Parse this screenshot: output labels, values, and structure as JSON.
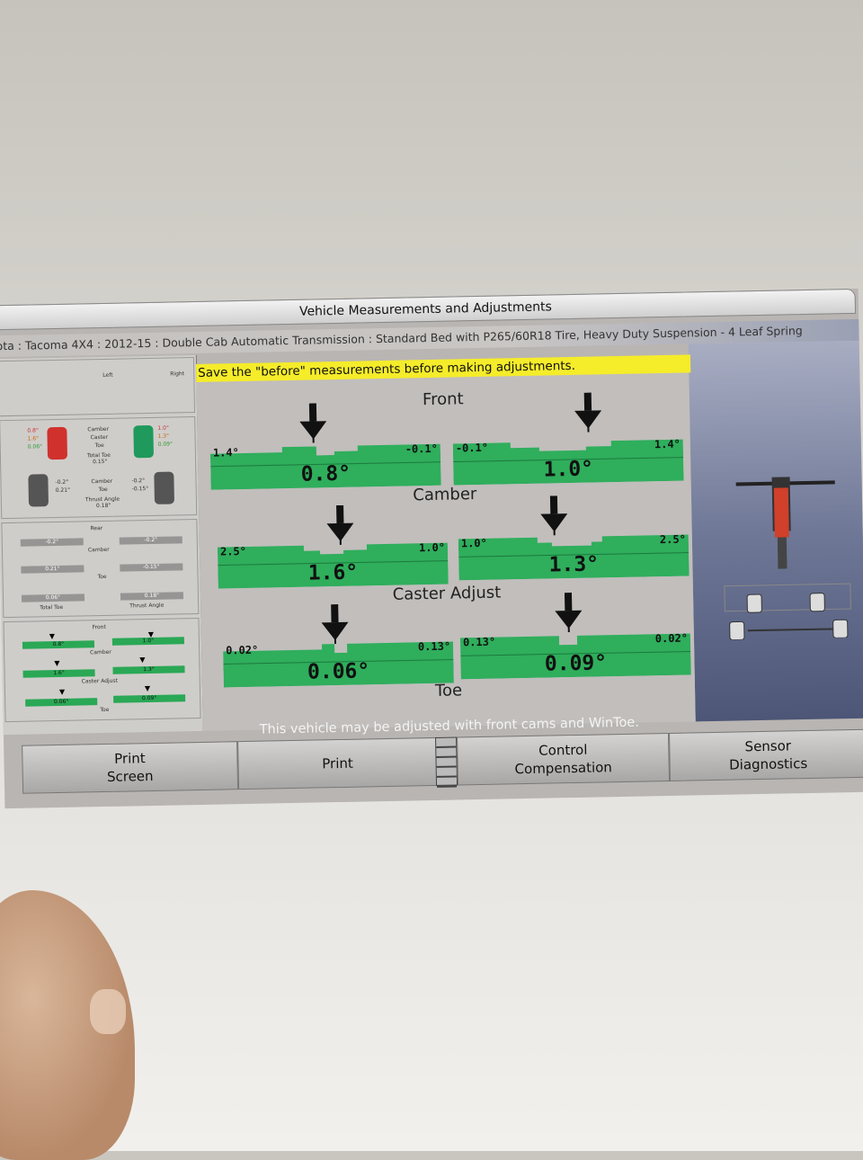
{
  "window": {
    "title": "Vehicle Measurements and Adjustments",
    "vehicle": "ota : Tacoma 4X4 : 2012-15 : Double Cab Automatic Transmission : Standard Bed with P265/60R18 Tire, Heavy Duty Suspension - 4 Leaf Spring"
  },
  "banner": "Save the \"before\" measurements before making adjustments.",
  "sections": {
    "front": "Front",
    "camber": "Camber",
    "caster": "Caster Adjust",
    "toe": "Toe"
  },
  "gauges": {
    "camber_left": {
      "min": "1.4°",
      "max": "-0.1°",
      "value": "0.8°"
    },
    "camber_right": {
      "min": "-0.1°",
      "max": "1.4°",
      "value": "1.0°"
    },
    "caster_left": {
      "min": "2.5°",
      "max": "1.0°",
      "value": "1.6°"
    },
    "caster_right": {
      "min": "1.0°",
      "max": "2.5°",
      "value": "1.3°"
    },
    "toe_left": {
      "min": "0.02°",
      "max": "0.13°",
      "value": "0.06°"
    },
    "toe_right": {
      "min": "0.13°",
      "max": "0.02°",
      "value": "0.09°"
    }
  },
  "footer_message": "This vehicle may be adjusted with front cams and WinToe.",
  "buttons": {
    "print_screen": "Print\nScreen",
    "print": "Print",
    "control_compensation": "Control\nCompensation",
    "sensor_diagnostics": "Sensor\nDiagnostics"
  },
  "left_panel": {
    "left": "Left",
    "right": "Right",
    "front_camber_l": "0.8°",
    "front_camber_r": "1.0°",
    "front_caster_l": "1.6°",
    "front_caster_r": "1.3°",
    "front_toe_l": "0.06°",
    "front_toe_r": "0.09°",
    "camber": "Camber",
    "caster": "Caster",
    "toe": "Toe",
    "total_toe": "Total Toe",
    "total_toe_val": "0.15°",
    "rear_camber_l": "-0.2°",
    "rear_camber_r": "-0.2°",
    "rear_toe_l": "0.21°",
    "rear_toe_r": "-0.15°",
    "thrust_angle": "Thrust Angle",
    "thrust_val": "0.18°",
    "rear": "Rear",
    "rear_total_toe": "0.06°",
    "front": "Front",
    "caster_adjust": "Caster Adjust"
  },
  "colors": {
    "gauge_green": "#2fae5c",
    "banner_yellow": "#f5ec2a",
    "tyre_red": "#d0312d",
    "tyre_green": "#1f9a5c"
  }
}
